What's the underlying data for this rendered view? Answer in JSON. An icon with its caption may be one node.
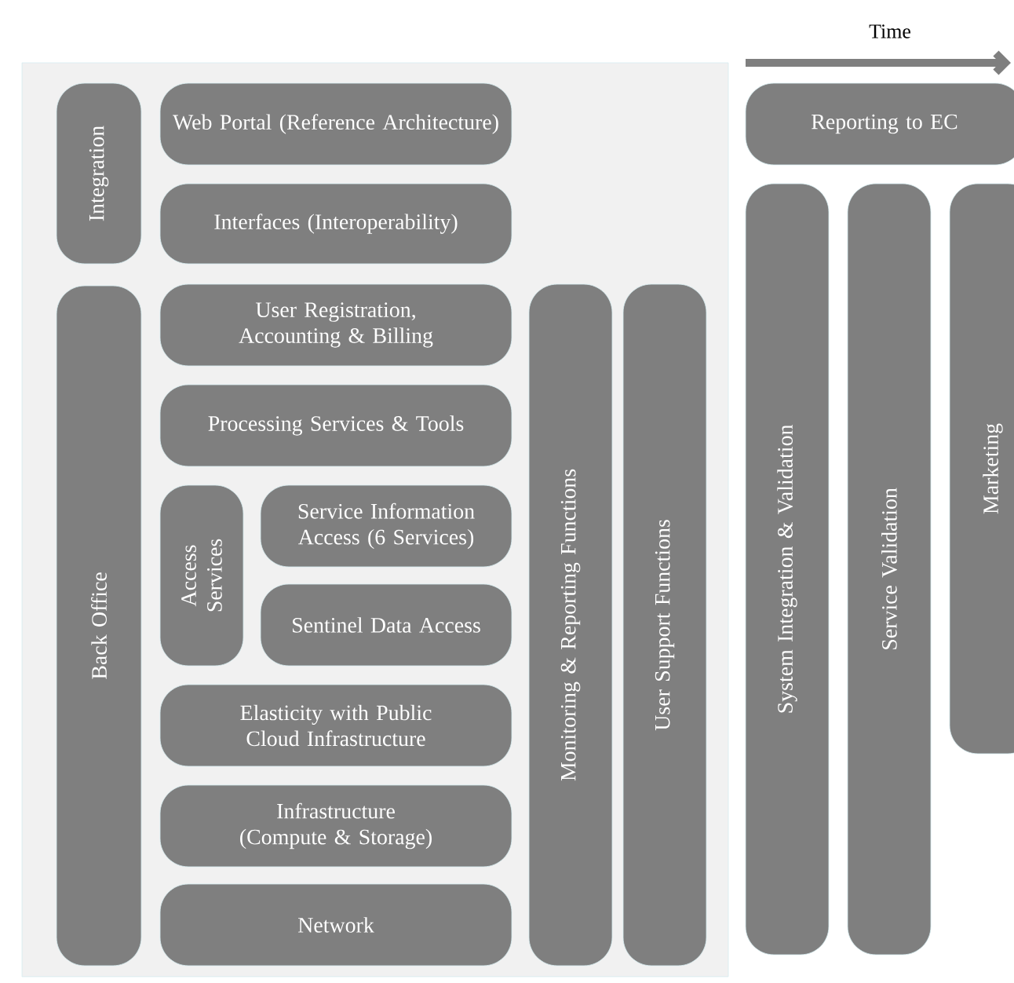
{
  "diagram": {
    "nodes": [
      {
        "text": [
          "Integration"
        ]
      },
      {
        "text": [
          "Web Portal (Reference Architecture)"
        ]
      },
      {
        "text": [
          "Interfaces (Interoperability)"
        ]
      },
      {
        "text": [
          "Back Office"
        ]
      },
      {
        "text": [
          "User Registration, Accounting & Billing"
        ]
      },
      {
        "text": [
          "Processing Services & Tools"
        ]
      },
      {
        "text": [
          "Access Services"
        ]
      },
      {
        "text": [
          "Service Information Access (6 Services)"
        ]
      },
      {
        "text": [
          "Sentinel Data Access"
        ]
      },
      {
        "text": [
          "Elasticity with Public Cloud Infrastructure"
        ]
      },
      {
        "text": [
          "Infrastructure (Compute & Storage)"
        ]
      },
      {
        "text": [
          "Network"
        ]
      },
      {
        "text": [
          "Monitoring & Reporting Functions"
        ]
      },
      {
        "text": [
          "User Support Functions"
        ]
      },
      {
        "text": [
          "Reporting to EC"
        ]
      },
      {
        "text": [
          "System Integration & Validation"
        ]
      },
      {
        "text": [
          "Service Validation"
        ]
      },
      {
        "text": [
          "Marketing"
        ]
      }
    ],
    "labels": [
      "Time"
    ]
  }
}
